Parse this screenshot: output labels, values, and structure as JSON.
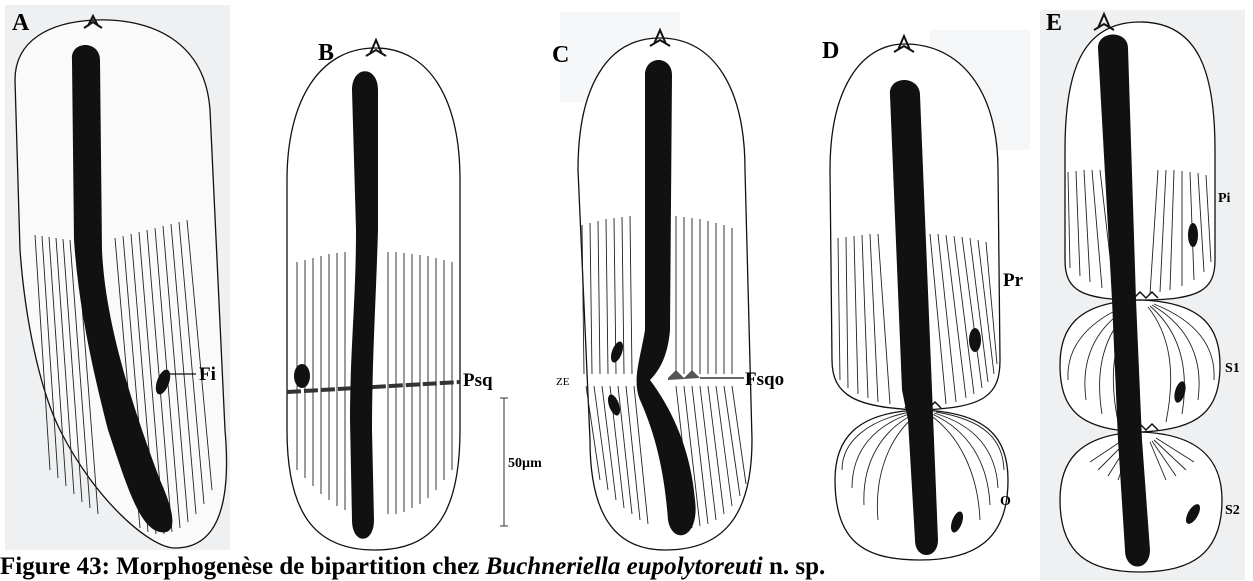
{
  "figure": {
    "panels": [
      {
        "letter": "A",
        "labels": [
          "Fi"
        ]
      },
      {
        "letter": "B",
        "labels": [
          "Psq"
        ]
      },
      {
        "letter": "C",
        "labels": [
          "ZE",
          "Fsqo"
        ]
      },
      {
        "letter": "D",
        "labels": [
          "Pr",
          "O"
        ]
      },
      {
        "letter": "E",
        "labels": [
          "Pi",
          "S1",
          "S2"
        ]
      }
    ],
    "scale_bar": "50µm"
  },
  "caption": {
    "prefix": "Figure 43: Morphogenèse de bipartition chez ",
    "species": "Buchneriella eupolytoreuti",
    "suffix": " n. sp."
  },
  "colors": {
    "ink": "#111111",
    "background": "#ffffff",
    "paper_grey": "#eef0f2"
  }
}
